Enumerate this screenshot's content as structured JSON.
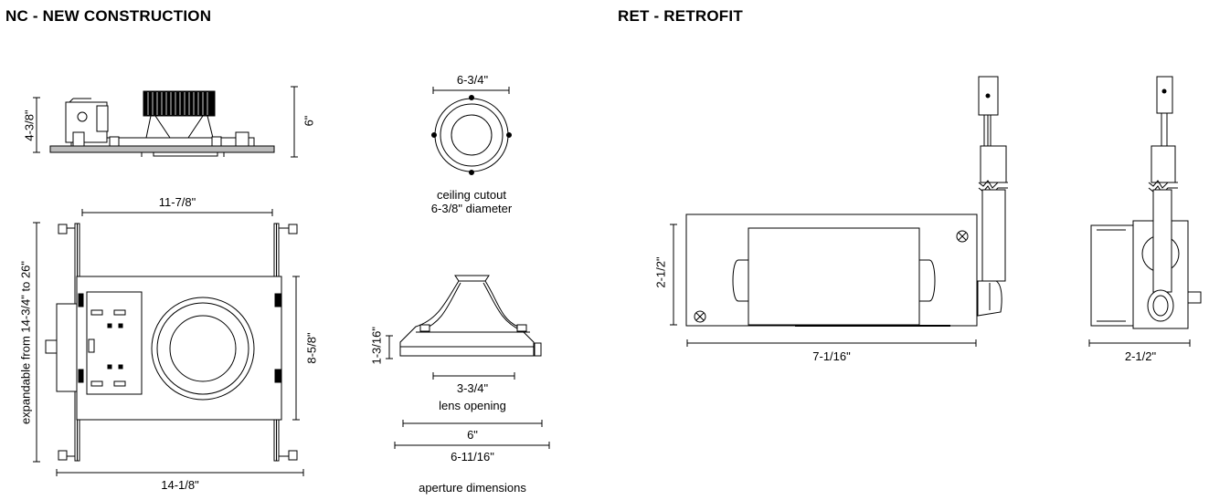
{
  "headings": {
    "nc": "NC - NEW CONSTRUCTION",
    "ret": "RET - RETROFIT"
  },
  "nc": {
    "side_height_short": "4-3/8\"",
    "side_height_tall": "6\"",
    "plan_top_width": "11-7/8\"",
    "plan_expandable": "expandable from 14-3/4\" to 26\"",
    "plan_height": "8-5/8\"",
    "plan_bottom_width": "14-1/8\""
  },
  "cutout": {
    "diameter_dim": "6-3/4\"",
    "caption_line1": "ceiling cutout",
    "caption_line2": "6-3/8\" diameter"
  },
  "aperture": {
    "height_dim": "1-3/16\"",
    "lens_dim": "3-3/4\"",
    "lens_label": "lens opening",
    "inner_dim": "6\"",
    "outer_dim": "6-11/16\"",
    "caption": "aperture dimensions"
  },
  "ret": {
    "box_height": "2-1/2\"",
    "box_length": "7-1/16\"",
    "side_width": "2-1/2\""
  }
}
